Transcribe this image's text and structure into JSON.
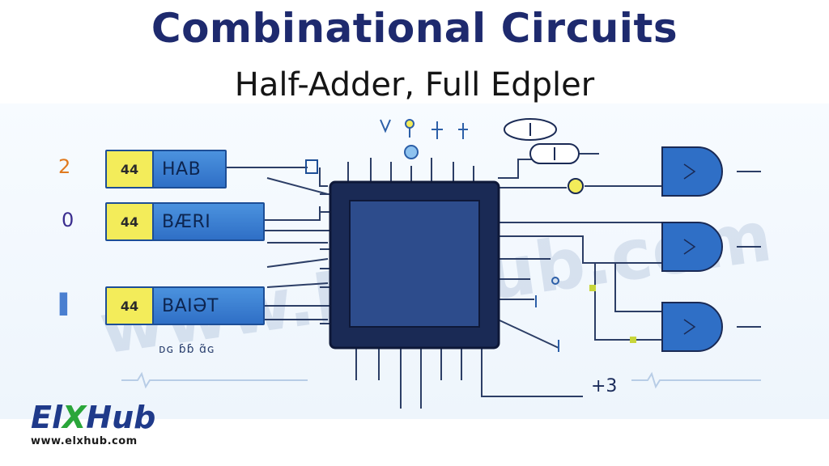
{
  "header": {
    "title": "Combinational Circuits",
    "subtitle": "Half-Adder, Full Edpler"
  },
  "inputs": [
    {
      "side_label": "2",
      "code": "44",
      "name": "HAB",
      "side_color": "#e07a1f"
    },
    {
      "side_label": "0",
      "code": "44",
      "name": "BÆRI",
      "side_color": "#3b2e8f"
    },
    {
      "side_label": "▌",
      "code": "44",
      "name": "BAIƏT",
      "side_color": "#4a7fd0"
    }
  ],
  "small_text": "ᴅɢ ɓɓ ɑ̃ɢ",
  "output_label": "+3",
  "watermark": "www.ElxHub.com",
  "logo": {
    "brand_left": "El",
    "brand_x": "X",
    "brand_right": "Hub",
    "url": "www.elxhub.com"
  },
  "colors": {
    "title": "#1e2a6e",
    "chip_body": "#1a2a55",
    "chip_face": "#2d4c8c",
    "gate": "#2f6fc6",
    "wire": "#2c3e66",
    "accent_yellow": "#f3ec5a",
    "brand_green": "#2aa63a"
  },
  "icons": [
    "and-gate-icon",
    "chip-icon",
    "probe-icon"
  ]
}
